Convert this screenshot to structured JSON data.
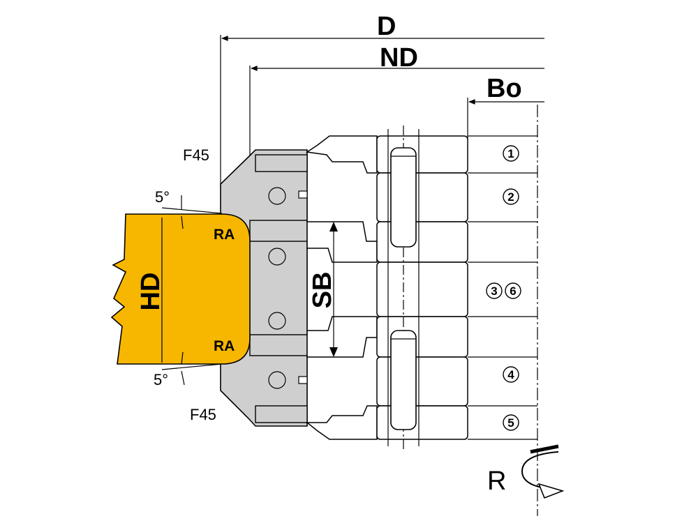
{
  "dimensions": {
    "d_label": "D",
    "nd_label": "ND",
    "bo_label": "Bo",
    "hd_label": "HD",
    "sb_label": "SB",
    "ra_top_label": "RA",
    "ra_bottom_label": "RA",
    "f45_top_label": "F45",
    "f45_bottom_label": "F45",
    "angle_top_label": "5°",
    "angle_bottom_label": "5°",
    "rotation_label": "R"
  },
  "parts": {
    "part_1": "1",
    "part_2": "2",
    "part_3": "3",
    "part_6": "6",
    "part_4": "4",
    "part_5": "5"
  },
  "colors": {
    "workpiece": "#F7B600",
    "cutter_body": "#CFCFCF",
    "line": "#000000"
  }
}
